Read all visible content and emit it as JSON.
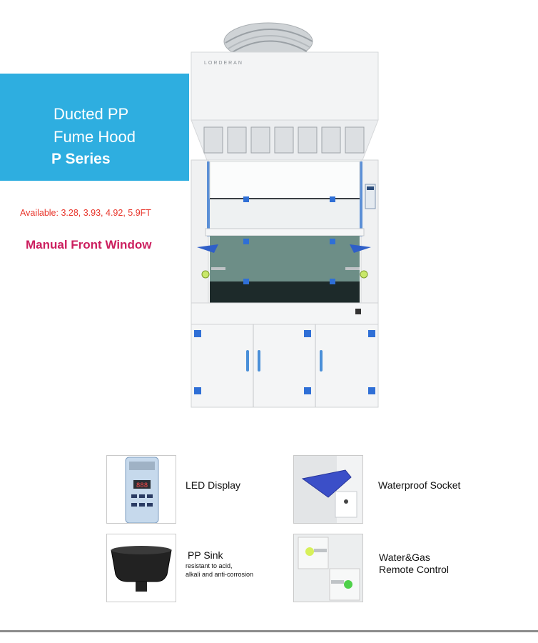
{
  "banner": {
    "line1": "Ducted PP",
    "line2": "Fume Hood",
    "line3": "P Series",
    "bg_color": "#2eaee0"
  },
  "availability": "Available: 3.28, 3.93, 4.92, 5.9FT",
  "window_type": "Manual Front Window",
  "product": {
    "brand": "LORDERAN",
    "led_readout": "888"
  },
  "features": [
    {
      "label": "LED Display",
      "icon": "led-display-icon"
    },
    {
      "label": "Waterproof Socket",
      "icon": "waterproof-socket-icon"
    },
    {
      "label": "PP Sink",
      "sub_line1": "resistant to acid,",
      "sub_line2": "alkali and anti-corrosion",
      "icon": "pp-sink-icon"
    },
    {
      "label_line1": "Water&Gas",
      "label_line2": "Remote Control",
      "icon": "water-gas-control-icon"
    }
  ],
  "colors": {
    "availability_text": "#e8352b",
    "window_text": "#cc1f5f",
    "accent_blue": "#2f6fd6"
  }
}
